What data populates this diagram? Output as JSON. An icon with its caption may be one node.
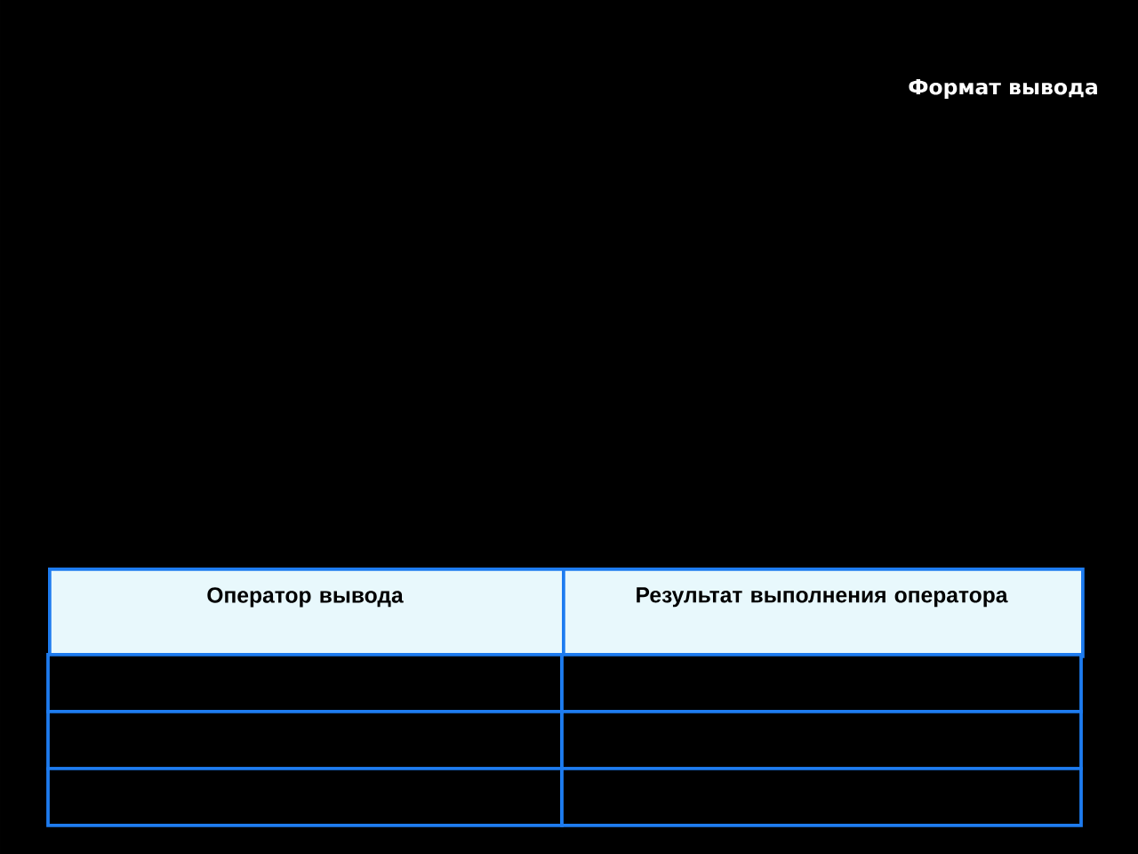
{
  "diagram": {
    "title": "Формат вывода",
    "labels": [
      "Оператор вывода",
      "Результат выполнения оператора"
    ]
  }
}
